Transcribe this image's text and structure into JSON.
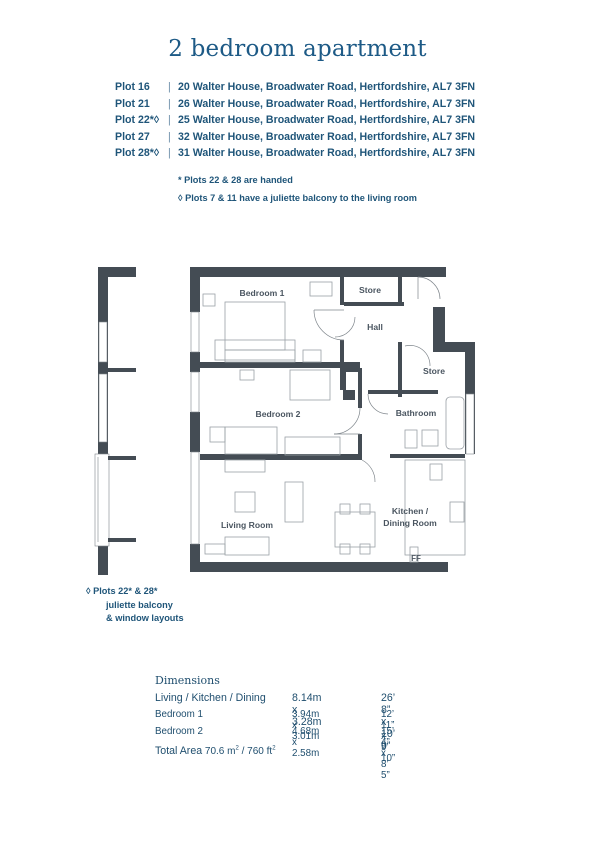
{
  "title": "2 bedroom apartment",
  "plots": [
    {
      "label": "Plot 16",
      "sep": "|",
      "address": "20 Walter House, Broadwater Road, Hertfordshire, AL7 3FN"
    },
    {
      "label": "Plot 21",
      "sep": "|",
      "address": "26 Walter House, Broadwater Road, Hertfordshire, AL7 3FN"
    },
    {
      "label": "Plot 22*◊",
      "sep": "|",
      "address": "25  Walter House, Broadwater Road, Hertfordshire, AL7 3FN"
    },
    {
      "label": "Plot 27",
      "sep": "|",
      "address": "32 Walter House, Broadwater Road, Hertfordshire, AL7 3FN"
    },
    {
      "label": "Plot 28*◊",
      "sep": "|",
      "address": "31 Walter House, Broadwater Road, Hertfordshire, AL7 3FN"
    }
  ],
  "notes": {
    "handed": "* Plots 22  & 28 are handed",
    "juliette": "◊ Plots 7 & 11 have a juliette balcony to the living room"
  },
  "rooms": {
    "bedroom1": "Bedroom 1",
    "store1": "Store",
    "hall": "Hall",
    "store2": "Store",
    "bathroom": "Bathroom",
    "bedroom2": "Bedroom 2",
    "living": "Living Room",
    "kitchen_line1": "Kitchen /",
    "kitchen_line2": "Dining Room",
    "ff": "FF"
  },
  "juliette_note": {
    "line1": "◊ Plots 22* & 28*",
    "line2": "juliette balcony",
    "line3": "& window layouts"
  },
  "dimensions": {
    "title": "Dimensions",
    "rows": [
      {
        "room": "Living / Kitchen / Dining",
        "metric": "8.14m x 3.28m",
        "imperial": "26’ 8” x 10’ 9”"
      },
      {
        "room": "Bedroom 1",
        "metric": "3.94m x 3.01m",
        "imperial": "12’ 11” x 9’ 10”"
      },
      {
        "room": "Bedroom 2",
        "metric": "4.68m x 2.58m",
        "imperial": "15’ 4” x 8’ 5”"
      }
    ],
    "total_label": "Total Area",
    "total_value": "70.6 m",
    "total_sq": "2",
    "total_sep": " / 760 ft",
    "total_sq2": "2"
  },
  "colors": {
    "wall": "#444c54",
    "text_blue": "#1f5579",
    "title_blue": "#1d5a86",
    "furniture": "#9aa0a6"
  }
}
